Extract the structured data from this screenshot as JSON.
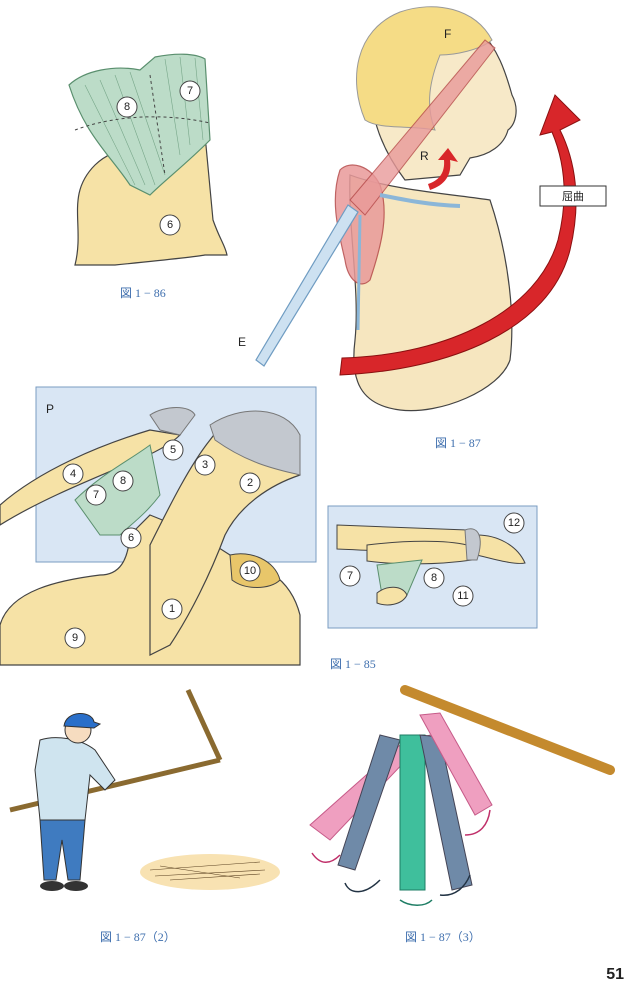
{
  "captions": {
    "fig_1_86": "図 1 − 86",
    "fig_1_87": "図 1 − 87",
    "fig_1_85": "図 1 − 85",
    "fig_1_87_2": "図 1 − 87（2）",
    "fig_1_87_3": "図 1 − 87（3）"
  },
  "fig_1_86_labels": {
    "n8": "8",
    "n7": "7",
    "n6": "6"
  },
  "fig_1_87_labels": {
    "F": "F",
    "R": "R",
    "E": "E",
    "flexion": "屈曲"
  },
  "fig_p_labels": {
    "P": "P",
    "n5": "5",
    "n3": "3",
    "n4": "4",
    "n8": "8",
    "n7": "7",
    "n2": "2",
    "n6": "6",
    "n10": "10",
    "n1": "1",
    "n9": "9"
  },
  "fig_1_85_labels": {
    "n12": "12",
    "n7": "7",
    "n8": "8",
    "n11": "11"
  },
  "page_number": "51",
  "colors": {
    "bone": "#f6e2a6",
    "bone_dark": "#e8c66a",
    "ligament": "#b9dcc6",
    "panel": "#d9e6f4",
    "caption": "#3f6fae",
    "arrow_red": "#d8262a",
    "scapula_pink": "#e68c8c",
    "humerus_blue": "#bcd6ea"
  }
}
